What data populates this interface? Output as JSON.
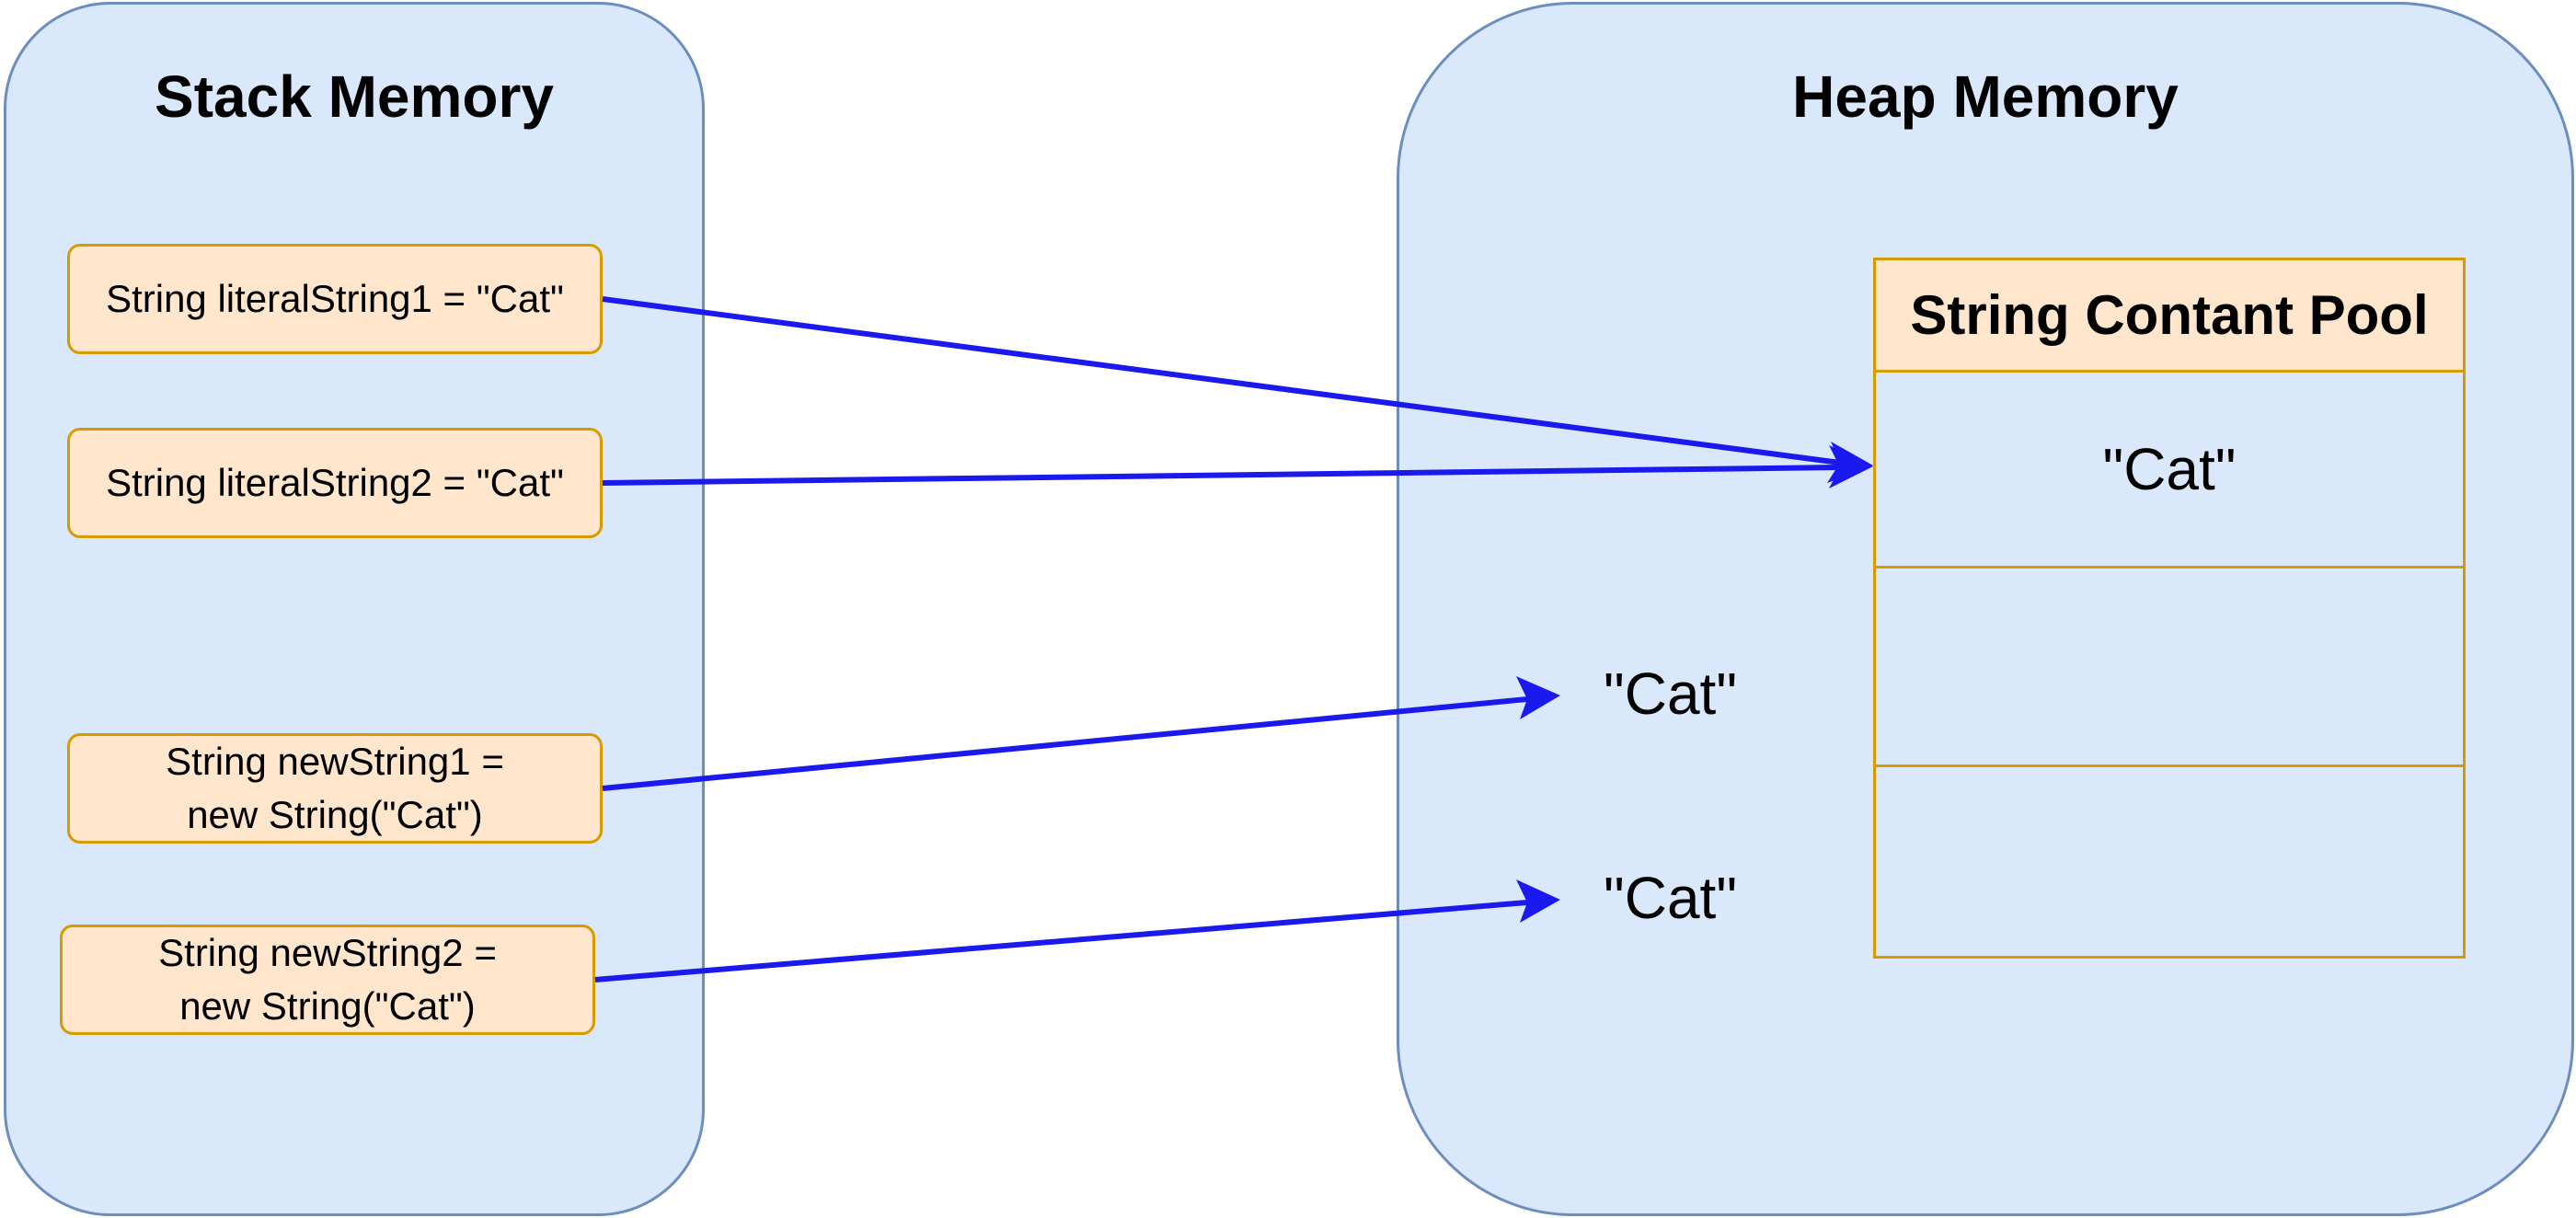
{
  "stack": {
    "title": "Stack Memory",
    "variables": [
      "String literalString1 = \"Cat\"",
      "String literalString2 = \"Cat\"",
      "String newString1 =\nnew String(\"Cat\")",
      "String newString2 =\nnew String(\"Cat\")"
    ]
  },
  "heap": {
    "title": "Heap Memory",
    "pool": {
      "title": "String Contant Pool",
      "cells": [
        "\"Cat\"",
        "",
        ""
      ]
    },
    "strings": [
      "\"Cat\"",
      "\"Cat\""
    ]
  },
  "colors": {
    "panel_fill": "#dae8fc",
    "panel_stroke": "#6c8ebf",
    "box_fill": "#ffe6cc",
    "box_stroke": "#d79b00",
    "arrow": "#1a1aee"
  }
}
